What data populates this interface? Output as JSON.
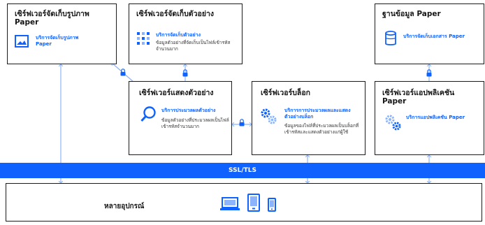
{
  "colors": {
    "accent": "#0f62fe",
    "line": "#8bb4fc",
    "border": "#1a1a1a"
  },
  "nodes": {
    "image_storage": {
      "title": "เซิร์ฟเวอร์จัดเก็บรูปภาพ Paper",
      "service": "บริการจัดเก็บรูปภาพ Paper",
      "icon": "image-icon"
    },
    "sample_storage": {
      "title": "เซิร์ฟเวอร์จัดเก็บตัวอย่าง",
      "service": "บริการจัดเก็บตัวอย่าง",
      "description": "ข้อมูลตัวอย่างที่จัดเก็บเป็นไฟล์เข้ารหัสจำนวนมาก",
      "icon": "grid-dots-icon"
    },
    "database": {
      "title": "ฐานข้อมูล Paper",
      "service": "บริการจัดเก็บเอกสาร Paper",
      "icon": "database-icon"
    },
    "sample_display": {
      "title": "เซิร์ฟเวอร์แสดงตัวอย่าง",
      "service": "บริการประมวลผลตัวอย่าง",
      "description": "ข้อมูลตัวอย่างที่ประมวลผลเป็นไฟล์เข้ารหัสจำนวนมาก",
      "icon": "magnifier-icon"
    },
    "block_server": {
      "title": "เซิร์ฟเวอร์บล็อก",
      "service": "บริการการประมวลผลและแสดงตัวอย่างบล็อก",
      "description": "ข้อมูลของไฟล์ที่ประมวลผลเป็นบล็อกที่เข้ารหัสและแสดงตัวอย่างแก่ผู้ใช้",
      "icon": "gears-icon"
    },
    "app_server": {
      "title": "เซิร์ฟเวอร์แอปพลิเคชัน Paper",
      "service": "บริการแอปพลิเคชัน Paper",
      "icon": "gears-icon"
    }
  },
  "transport": {
    "label": "SSL/TLS"
  },
  "devices": {
    "label": "หลายอุปกรณ์",
    "icons": [
      "laptop-icon",
      "tablet-icon",
      "phone-icon"
    ]
  }
}
